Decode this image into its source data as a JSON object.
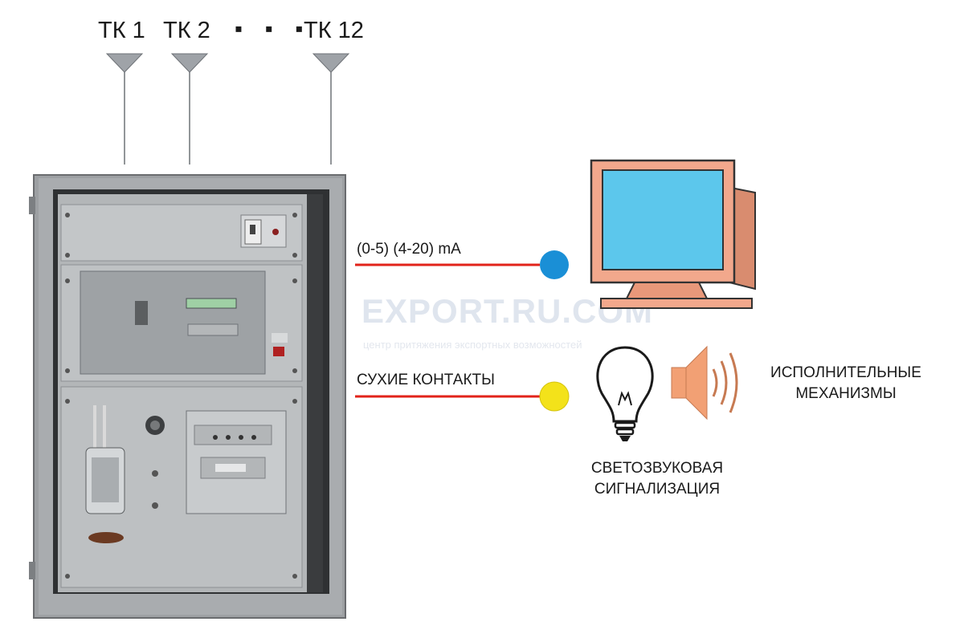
{
  "diagram": {
    "channels": {
      "tk1": "ТК 1",
      "tk2": "ТК 2",
      "separator": "▪ ▪ ▪",
      "tk12": "ТК 12"
    },
    "signal_analog": "(0-5) (4-20) mA",
    "signal_dry": "СУХИЕ КОНТАКТЫ",
    "actuators": [
      "ИСПОЛНИТЕЛЬНЫЕ",
      "МЕХАНИЗМЫ"
    ],
    "alarm": [
      "СВЕТОЗВУКОВАЯ",
      "СИГНАЛИЗАЦИЯ"
    ],
    "watermark": {
      "title": "EXPORT.RU.COM",
      "subtitle": "центр притяжения экспортных возможностей"
    },
    "colors": {
      "analog_dot": "#1a8fd6",
      "dry_dot": "#f3e21a",
      "signal_line": "#e2231a",
      "monitor_frame": "#f2a88c",
      "monitor_screen": "#5cc7ec",
      "speaker": "#f2a074"
    }
  }
}
